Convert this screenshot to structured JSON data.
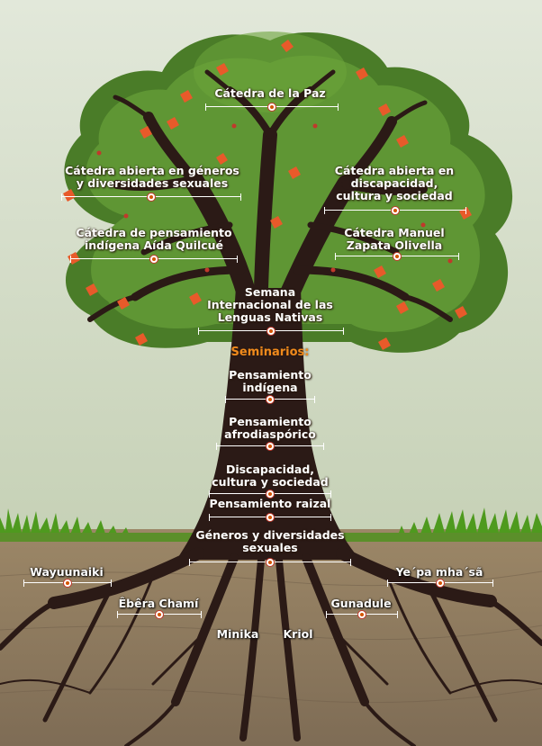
{
  "colors": {
    "sky_top": "#dfe6d6",
    "sky_bottom": "#c4cfb4",
    "canopy": "#5f9634",
    "canopy_dark": "#4a7c28",
    "trunk": "#2b1a16",
    "soil": "#8e7a5f",
    "grass": "#4e9a1e",
    "leaf": "#e85a2a",
    "seminarios": "#f08a1c"
  },
  "canopy_labels": [
    {
      "id": "catedra-paz",
      "lines": [
        "Cátedra de la Paz"
      ]
    },
    {
      "id": "catedra-generos",
      "lines": [
        "Cátedra abierta en géneros",
        "y diversidades sexuales"
      ]
    },
    {
      "id": "catedra-discapacidad",
      "lines": [
        "Cátedra abierta en",
        "discapacidad,",
        "cultura y sociedad"
      ]
    },
    {
      "id": "catedra-indigena",
      "lines": [
        "Cátedra de pensamiento",
        "indígena Aída Quilcué"
      ]
    },
    {
      "id": "catedra-zapata",
      "lines": [
        "Cátedra Manuel",
        "Zapata Olivella"
      ]
    },
    {
      "id": "semana-lenguas",
      "lines": [
        "Semana",
        "Internacional de las",
        "Lenguas Nativas"
      ]
    }
  ],
  "seminarios_heading": "Seminarios:",
  "seminarios": [
    {
      "id": "pensamiento-indigena",
      "lines": [
        "Pensamiento",
        "indígena"
      ]
    },
    {
      "id": "pensamiento-afro",
      "lines": [
        "Pensamiento",
        "afrodiaspórico"
      ]
    },
    {
      "id": "discapacidad",
      "lines": [
        "Discapacidad,",
        "cultura y sociedad"
      ]
    },
    {
      "id": "pensamiento-raizal",
      "lines": [
        "Pensamiento raizal"
      ]
    },
    {
      "id": "generos-diversidades",
      "lines": [
        "Géneros y diversidades",
        "sexuales"
      ]
    }
  ],
  "roots": [
    {
      "id": "wayuunaiki",
      "label": "Wayuunaiki"
    },
    {
      "id": "yepa-mahsa",
      "label": "Ye´pa mha´sã"
    },
    {
      "id": "ebera-chami",
      "label": "Êbêra Chamí"
    },
    {
      "id": "gunadule",
      "label": "Gunadule"
    },
    {
      "id": "minika",
      "label": "Minika"
    },
    {
      "id": "kriol",
      "label": "Kriol"
    }
  ]
}
